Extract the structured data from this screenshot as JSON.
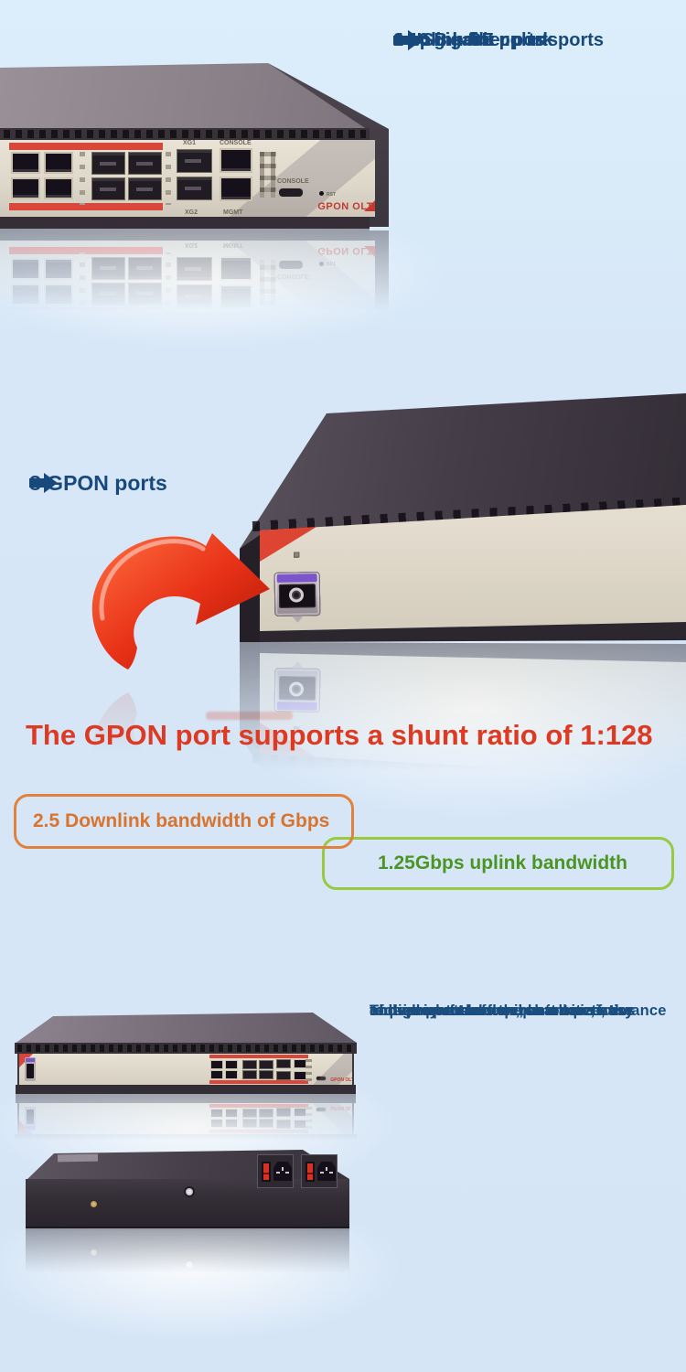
{
  "colors": {
    "background": "#d7e7f7",
    "navy_text": "#17497c",
    "headline_red": "#dc3a22",
    "downlink_orange": "#db7832",
    "uplink_green_border": "#97c941",
    "uplink_green_text": "#4b9524",
    "arrow_red": "#e8321c",
    "sfp_latch_purple": "#7a55cb",
    "port_label_red": "#d9473b",
    "faceplate_cream": "#ddd7ca",
    "chassis_dark": "#39323b"
  },
  "top_features": {
    "items": [
      {
        "label": "1 USB port"
      },
      {
        "label": "4 uplink GE ports"
      },
      {
        "label": "4 uplink fiber ports"
      },
      {
        "label": "2 10 gigabit uplink ports"
      }
    ]
  },
  "gpon_callout": {
    "label": "8 GPON ports"
  },
  "headline": {
    "text": "The GPON port supports a shunt ratio of 1:128"
  },
  "badges": {
    "downlink": "2.5 Downlink bandwidth of Gbps",
    "uplink": "1.25Gbps uplink bandwidth"
  },
  "description": {
    "lines": [
      "This product has the characteristics",
      "of high performance, small size,",
      "convenient and flexible to use, easy",
      "to deploy and so on, so it meets the",
      "requirements of equipment performance",
      "and compact server room size"
    ]
  },
  "device": {
    "brand": "GPON OLT",
    "labels": {
      "xg1": "XG1",
      "console": "CONSOLE",
      "xg2": "XG2",
      "mgmt": "MGMT",
      "usb_console": "CONSOLE",
      "rst": "RST"
    },
    "gpon_slots": [
      "1",
      "2",
      "3",
      "4",
      "5",
      "6",
      "7",
      "8"
    ]
  }
}
